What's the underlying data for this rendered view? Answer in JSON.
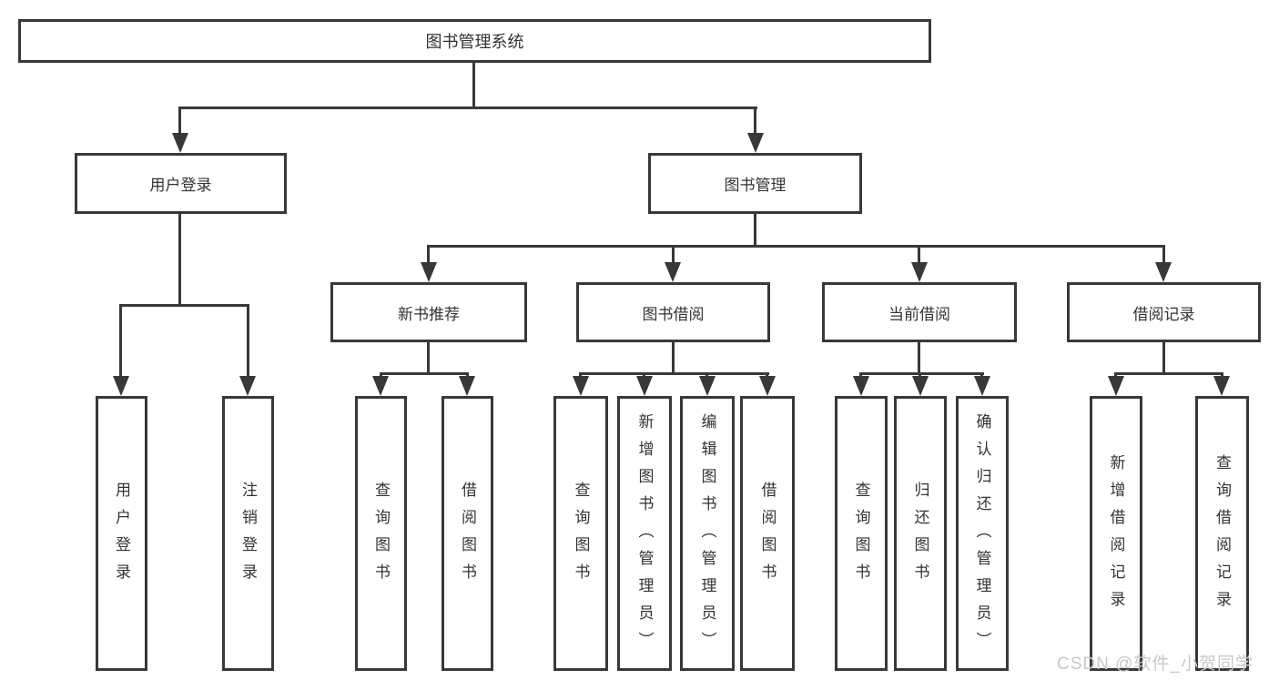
{
  "diagram_type": "hierarchy-tree",
  "tree": {
    "label": "图书管理系统",
    "children": [
      {
        "label": "用户登录",
        "children": [
          {
            "label": "用户登录"
          },
          {
            "label": "注销登录"
          }
        ]
      },
      {
        "label": "图书管理",
        "children": [
          {
            "label": "新书推荐",
            "children": [
              {
                "label": "查询图书"
              },
              {
                "label": "借阅图书"
              }
            ]
          },
          {
            "label": "图书借阅",
            "children": [
              {
                "label": "查询图书"
              },
              {
                "label": "新增图书（管理员）"
              },
              {
                "label": "编辑图书（管理员）"
              },
              {
                "label": "借阅图书"
              }
            ]
          },
          {
            "label": "当前借阅",
            "children": [
              {
                "label": "查询图书"
              },
              {
                "label": "归还图书"
              },
              {
                "label": "确认归还（管理员）"
              }
            ]
          },
          {
            "label": "借阅记录",
            "children": [
              {
                "label": "新增借阅记录"
              },
              {
                "label": "查询借阅记录"
              }
            ]
          }
        ]
      }
    ]
  },
  "watermark": {
    "text": "CSDN @软件_小贺同学"
  },
  "colors": {
    "line": "#383838",
    "text": "#333333",
    "watermark": "#c8c8c8",
    "background": "#ffffff"
  }
}
